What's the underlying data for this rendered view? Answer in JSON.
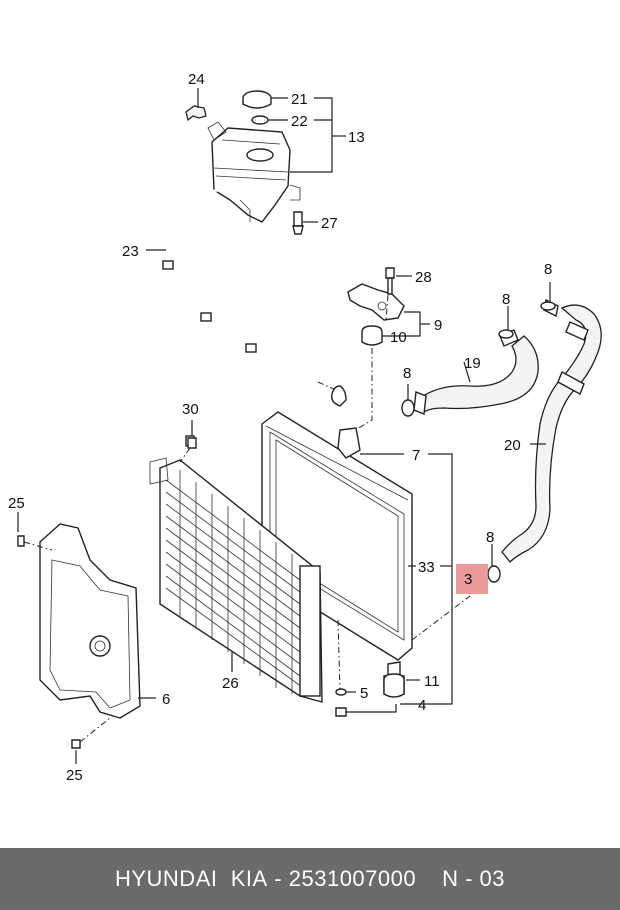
{
  "labels": {
    "p24": "24",
    "p21": "21",
    "p22": "22",
    "p13": "13",
    "p27": "27",
    "p23": "23",
    "p28": "28",
    "p9": "9",
    "p10": "10",
    "p8a": "8",
    "p8b": "8",
    "p8c": "8",
    "p8d": "8",
    "p19": "19",
    "p20": "20",
    "p30": "30",
    "p7": "7",
    "p25a": "25",
    "p25b": "25",
    "p33": "33",
    "p3": "3",
    "p11": "11",
    "p5": "5",
    "p4": "4",
    "p6": "6",
    "p26": "26"
  },
  "highlight": {
    "part": "3",
    "color": "#e8888a"
  },
  "footer": {
    "brand": "HYUNDAI  KIA",
    "separator": "-",
    "part_number": "2531007000",
    "page": "N - 03"
  }
}
